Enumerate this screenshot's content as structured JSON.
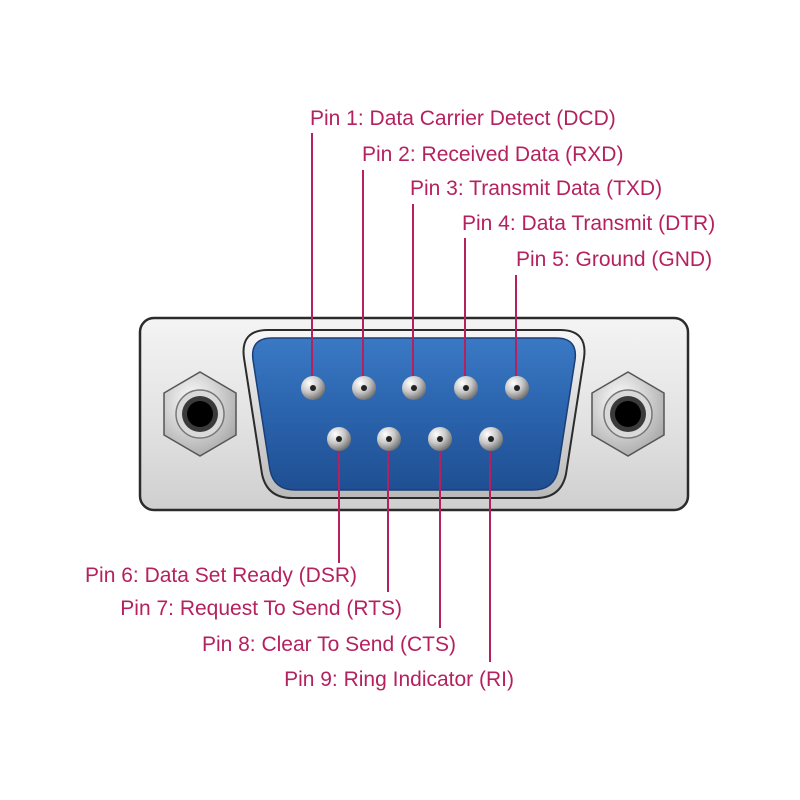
{
  "diagram": {
    "title": "DB9 serial connector pinout",
    "accent_color": "#b5215f",
    "shell_color": "#2a63ad",
    "top_row_pins": [
      {
        "number": 1,
        "label": "Pin 1: Data Carrier Detect (DCD)"
      },
      {
        "number": 2,
        "label": "Pin 2: Received Data (RXD)"
      },
      {
        "number": 3,
        "label": "Pin 3: Transmit Data (TXD)"
      },
      {
        "number": 4,
        "label": "Pin 4: Data Transmit (DTR)"
      },
      {
        "number": 5,
        "label": "Pin 5: Ground (GND)"
      }
    ],
    "bottom_row_pins": [
      {
        "number": 6,
        "label": "Pin 6: Data Set Ready (DSR)"
      },
      {
        "number": 7,
        "label": "Pin 7: Request To Send (RTS)"
      },
      {
        "number": 8,
        "label": "Pin 8: Clear To Send (CTS)"
      },
      {
        "number": 9,
        "label": "Pin 9: Ring Indicator (RI)"
      }
    ]
  }
}
